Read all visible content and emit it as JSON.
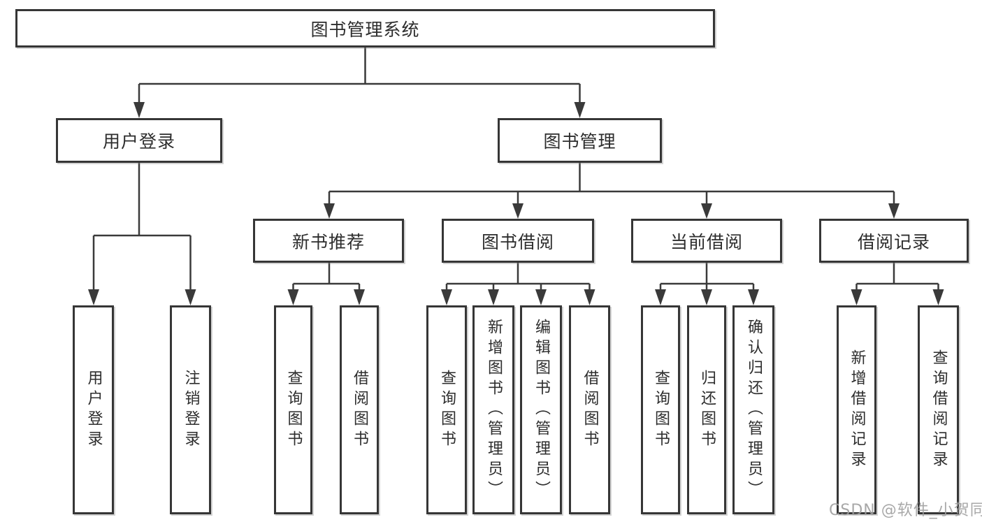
{
  "diagram_type": "function-structure-tree",
  "colors": {
    "background": "#ffffff",
    "box_border": "#363636",
    "connector_line": "#3a3a3a",
    "text": "#2d2d2d",
    "watermark_text_color": "#9e9e9e"
  },
  "tree": {
    "label": "图书管理系统",
    "children": [
      {
        "label": "用户登录",
        "children": [
          {
            "label": "用户登录"
          },
          {
            "label": "注销登录"
          }
        ]
      },
      {
        "label": "图书管理",
        "children": [
          {
            "label": "新书推荐",
            "children": [
              {
                "label": "查询图书"
              },
              {
                "label": "借阅图书"
              }
            ]
          },
          {
            "label": "图书借阅",
            "children": [
              {
                "label": "查询图书"
              },
              {
                "label": "新增图书（管理员）"
              },
              {
                "label": "编辑图书（管理员）"
              },
              {
                "label": "借阅图书"
              }
            ]
          },
          {
            "label": "当前借阅",
            "children": [
              {
                "label": "查询图书"
              },
              {
                "label": "归还图书"
              },
              {
                "label": "确认归还（管理员）"
              }
            ]
          },
          {
            "label": "借阅记录",
            "children": [
              {
                "label": "新增借阅记录"
              },
              {
                "label": "查询借阅记录"
              }
            ]
          }
        ]
      }
    ]
  },
  "watermark": {
    "text": "CSDN @软件_小贺同学"
  }
}
